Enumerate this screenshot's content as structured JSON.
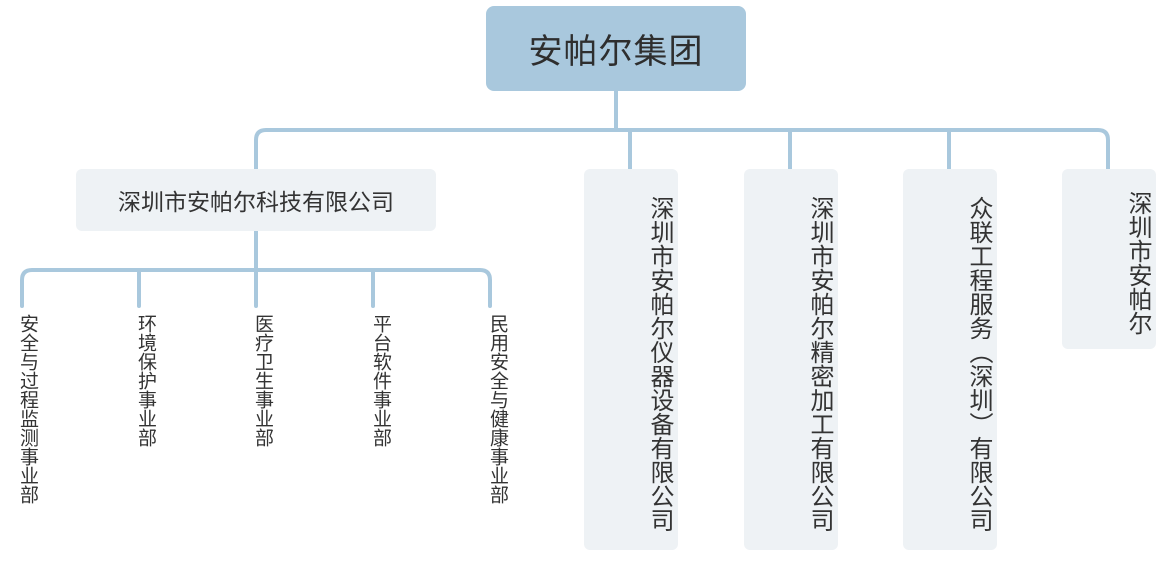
{
  "root": {
    "label": "安帕尔集团"
  },
  "companies": [
    {
      "label": "深圳市安帕尔科技有限公司"
    },
    {
      "label": "深圳市安帕尔仪器设备有限公司"
    },
    {
      "label": "深圳市安帕尔精密加工有限公司"
    },
    {
      "label": "众联工程服务（深圳）有限公司"
    },
    {
      "label": "深圳市安帕尔"
    }
  ],
  "divisions": [
    {
      "label": "安全与过程监测事业部"
    },
    {
      "label": "环境保护事业部"
    },
    {
      "label": "医疗卫生事业部"
    },
    {
      "label": "平台软件事业部"
    },
    {
      "label": "民用安全与健康事业部"
    }
  ],
  "colors": {
    "root_fill": "#a9c8dd",
    "node_fill": "#eef2f5",
    "connector": "#a9c8dd",
    "text": "#333333"
  }
}
